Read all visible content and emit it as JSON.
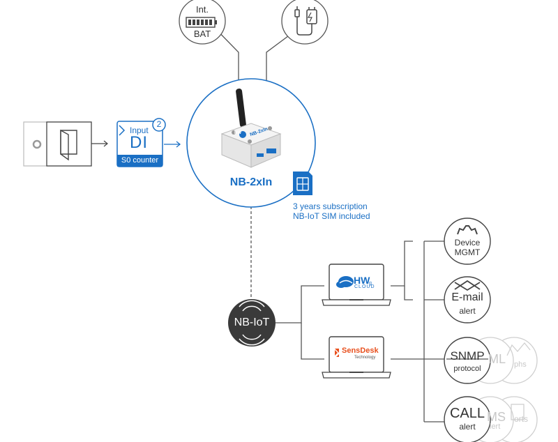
{
  "device": {
    "name": "NB-2xIn",
    "brand_mark": "HW",
    "body_label": "NB-2xIn"
  },
  "battery": {
    "line1": "Int.",
    "line2": "BAT"
  },
  "input": {
    "label": "Input",
    "type": "DI",
    "count": "2",
    "footer": "S0 counter"
  },
  "sim": {
    "line1": "3 years subscription",
    "line2": "NB-IoT SIM included"
  },
  "network": {
    "label": "NB-IoT"
  },
  "cloud": {
    "brand": "HW",
    "sub": "g",
    "label": "CLOUD"
  },
  "sensdesk": {
    "name": "SensDesk",
    "tagline": "Technology"
  },
  "services": [
    {
      "line1": "Device",
      "line2": "MGMT"
    },
    {
      "line1": "E-mail",
      "line2": "alert"
    },
    {
      "line1": "SNMP",
      "line2": "protocol"
    },
    {
      "line1": "CALL",
      "line2": "alert"
    }
  ],
  "ghost": {
    "xml": "ML",
    "graphs": "phs",
    "sms": "MS",
    "sms_alert": "lert",
    "reports": "orts"
  },
  "colors": {
    "accent": "#1a6fc4",
    "line": "#555555",
    "dark": "#3a3a3a",
    "ghost": "#c8c8c8",
    "sensdesk": "#e8501e"
  },
  "icons": [
    "battery-icon",
    "charger-icon",
    "door-icon",
    "sim-card-icon",
    "antenna-icon",
    "gear-icon",
    "envelope-icon",
    "laptop-icon",
    "wireless-signal-icon"
  ]
}
